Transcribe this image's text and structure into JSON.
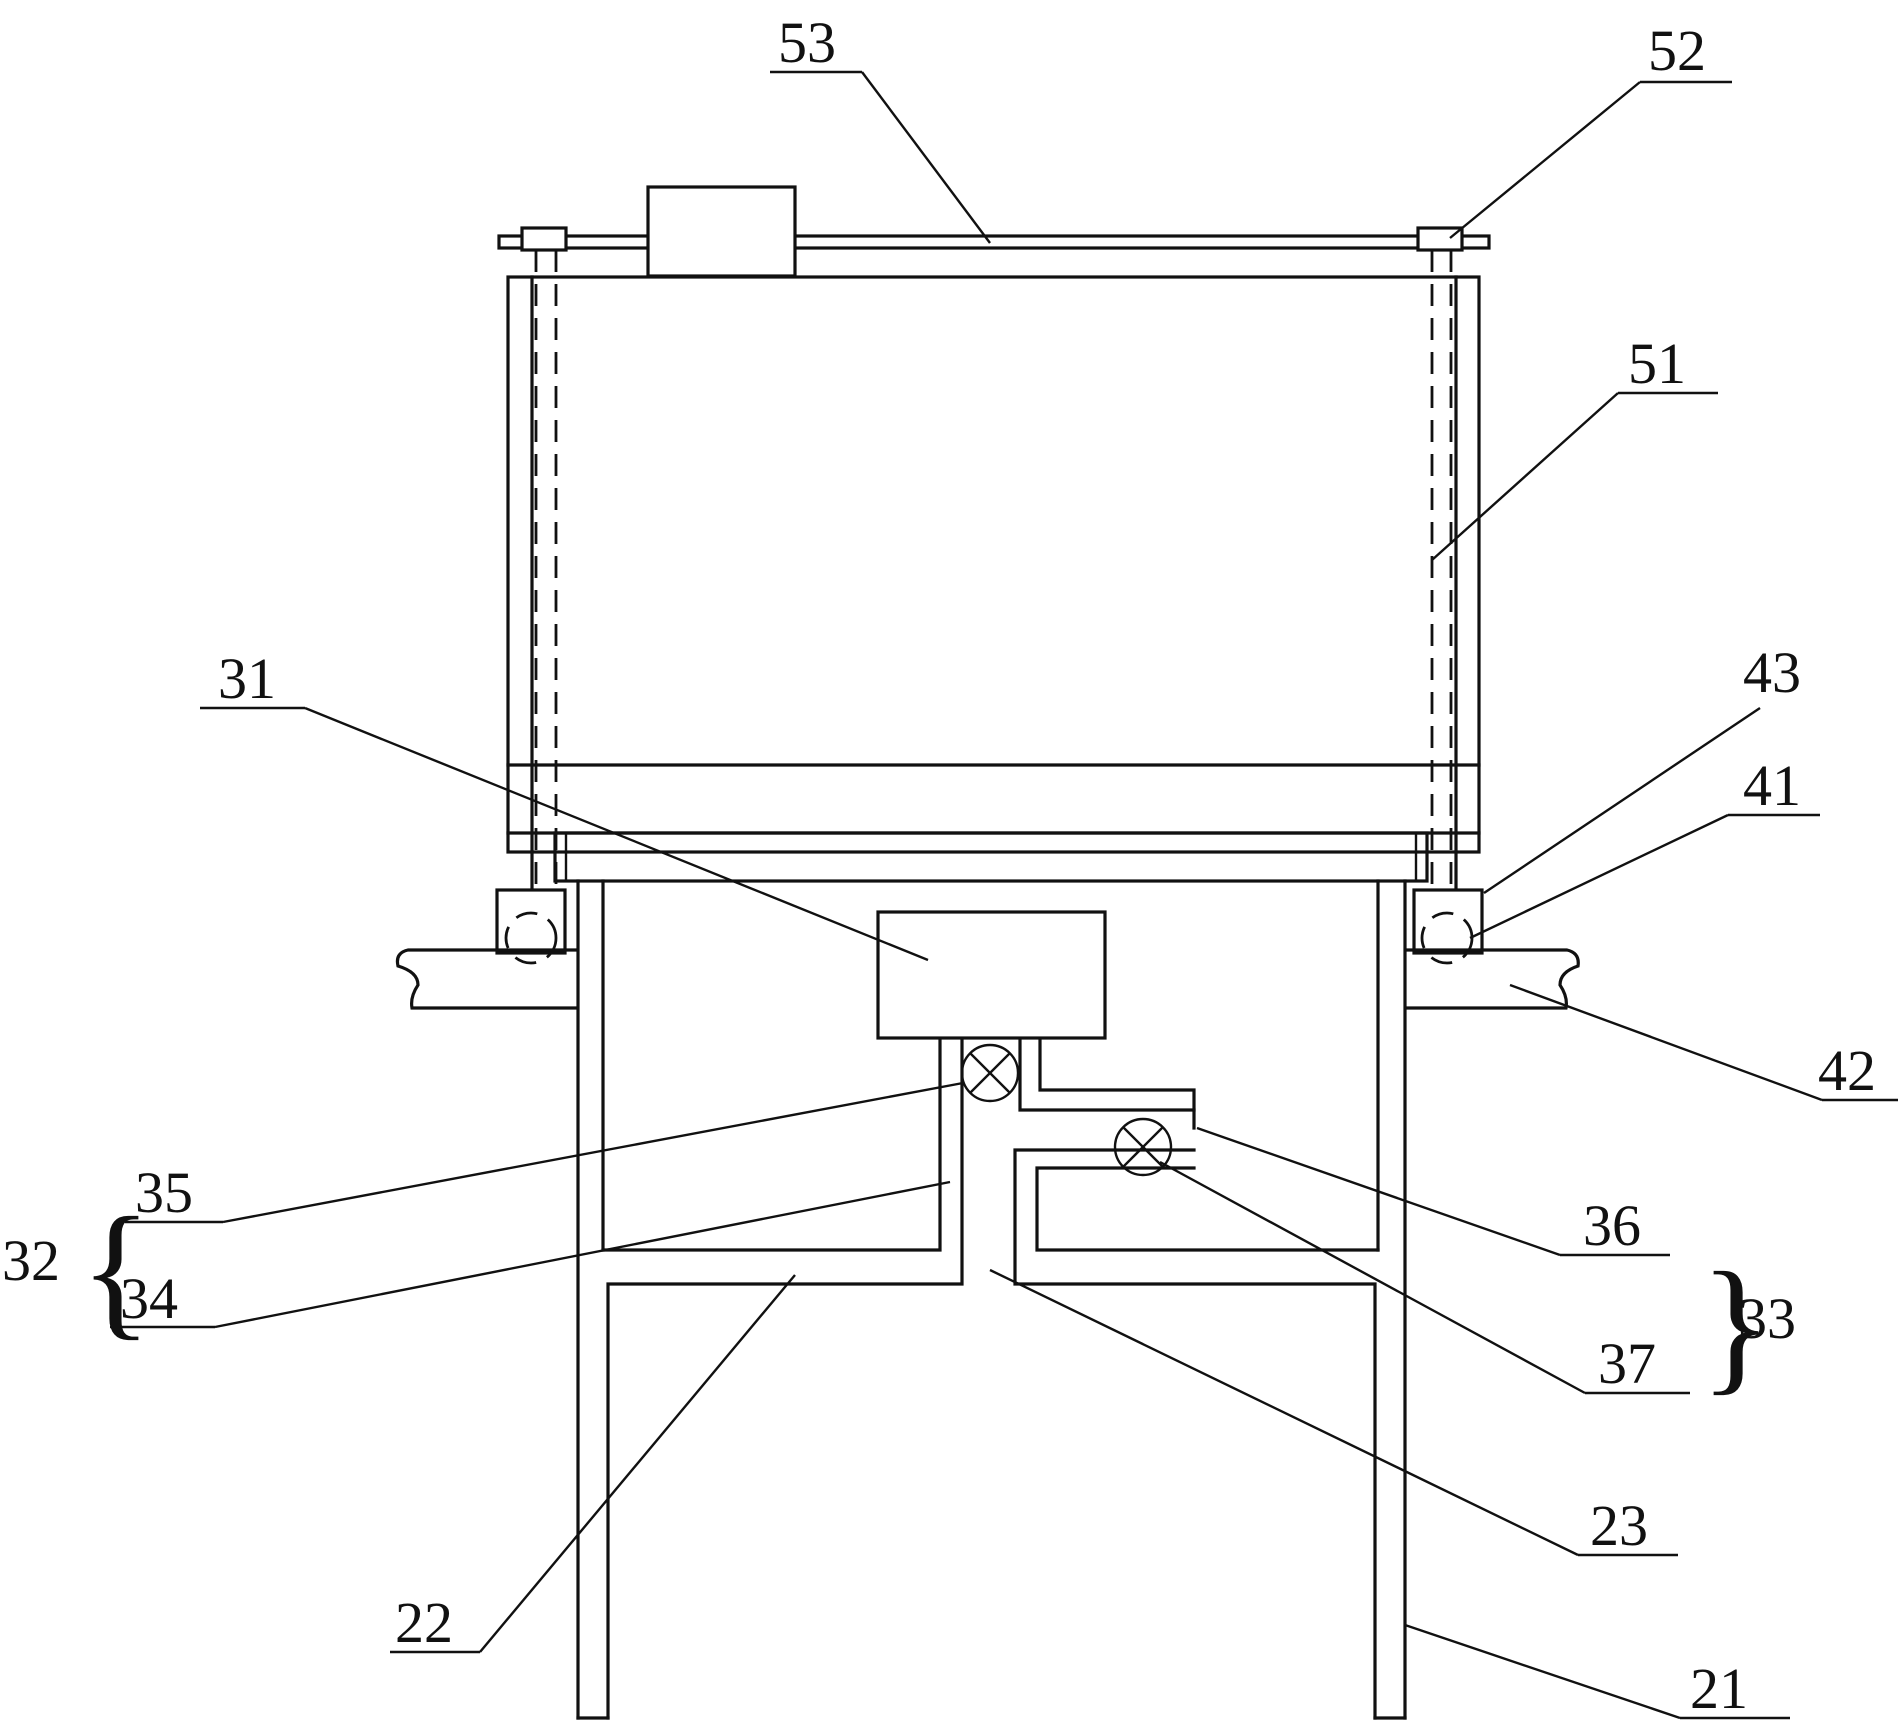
{
  "labels": {
    "n21": "21",
    "n22": "22",
    "n23": "23",
    "n31": "31",
    "n32": "32",
    "n33": "33",
    "n34": "34",
    "n35": "35",
    "n36": "36",
    "n37": "37",
    "n41": "41",
    "n42": "42",
    "n43": "43",
    "n51": "51",
    "n52": "52",
    "n53": "53"
  },
  "brace_left": "{",
  "brace_right": "}"
}
